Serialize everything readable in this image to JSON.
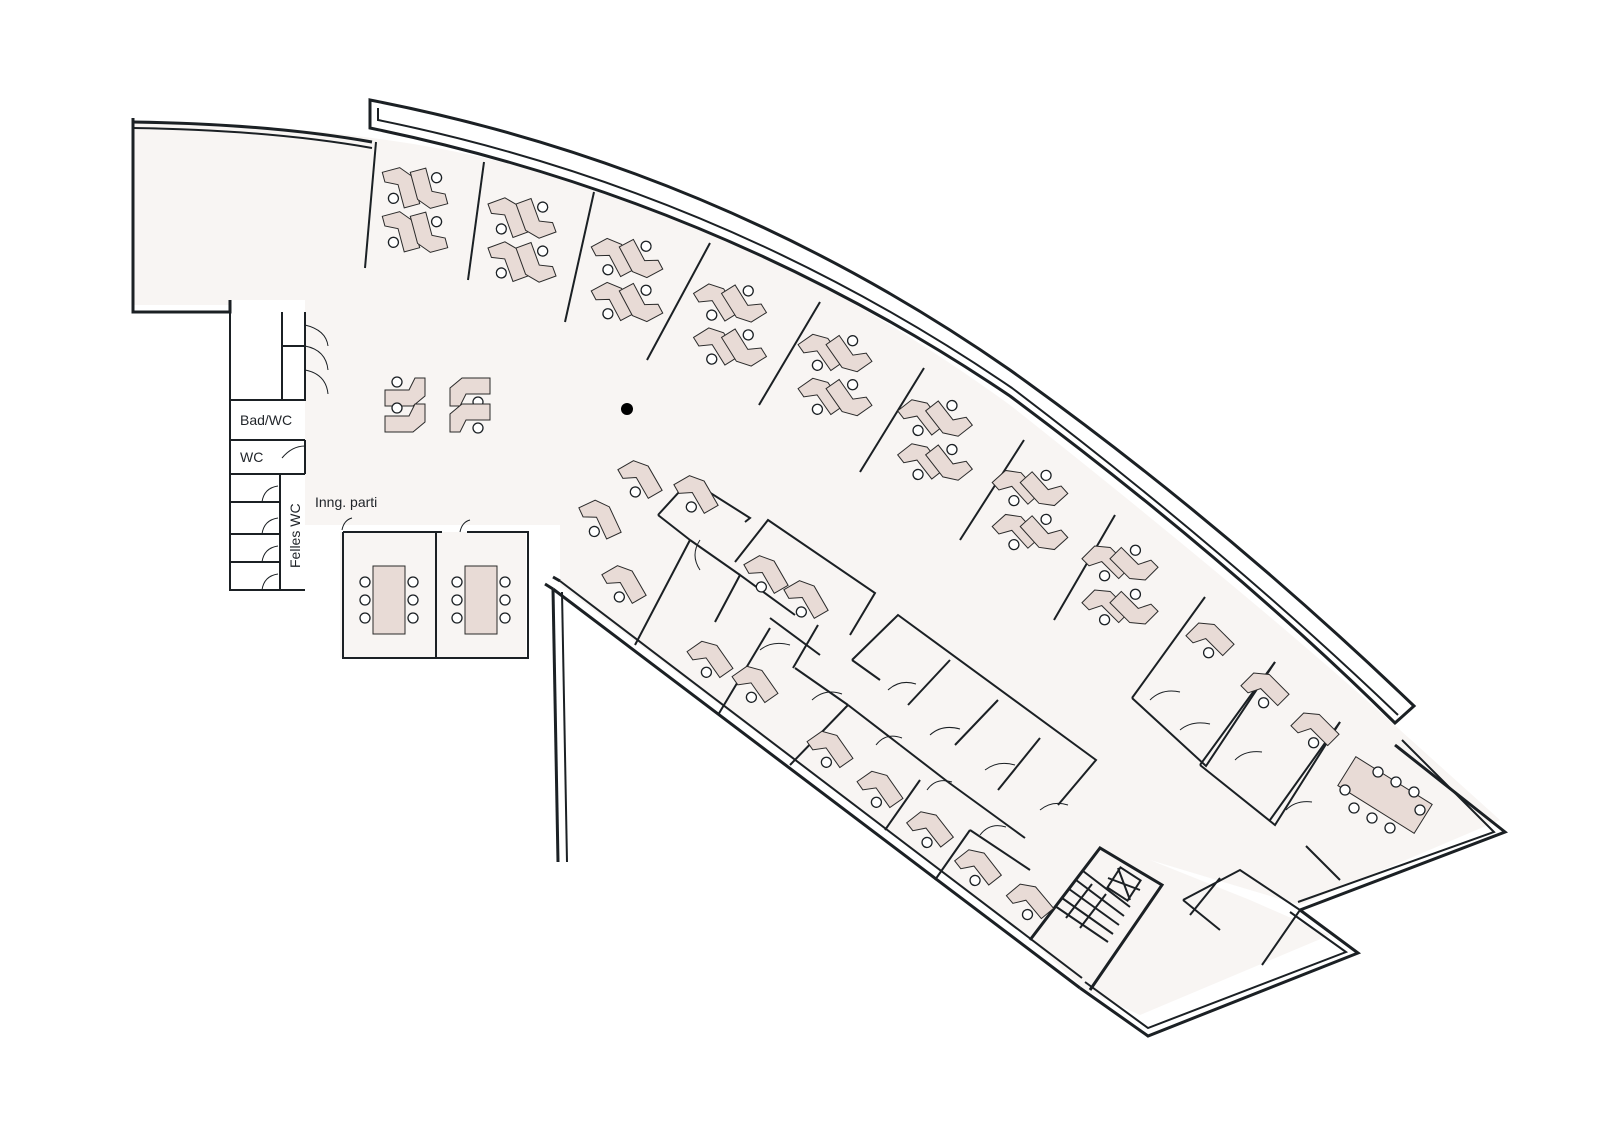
{
  "plan": {
    "colors": {
      "floor": "#f8f5f3",
      "wall": "#1b2024",
      "desk": "#e8dbd6",
      "background": "#ffffff"
    },
    "labels": {
      "bath_wc": "Bad/WC",
      "wc": "WC",
      "entrance": "Inng. parti",
      "shared_wc": "Felles WC"
    },
    "icons": {
      "column": "column-dot-icon",
      "elevator": "elevator-cross-icon",
      "stairs": "stairs-icon"
    }
  }
}
